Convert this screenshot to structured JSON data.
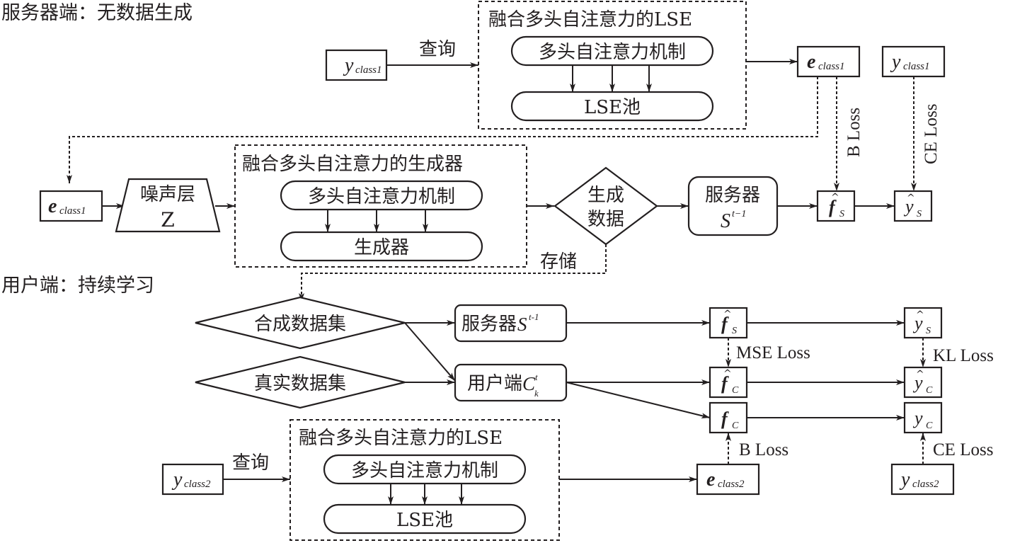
{
  "sections": {
    "server": "服务器端：无数据生成",
    "client": "用户端：持续学习"
  },
  "server": {
    "query_label": "查询",
    "y_class1": {
      "base": "y",
      "sub": "class1"
    },
    "lse_group_title": "融合多头自注意力的LSE",
    "mha_label": "多头自注意力机制",
    "lse_pool_label": "LSE池",
    "e_class1_out": {
      "base": "e",
      "sub": "class1"
    },
    "y_class1_right": {
      "base": "y",
      "sub": "class1"
    },
    "b_loss": "B Loss",
    "ce_loss": "CE Loss",
    "e_class1_in": {
      "base": "e",
      "sub": "class1"
    },
    "noise_layer": {
      "label": "噪声层",
      "var": "Z"
    },
    "gen_group_title": "融合多头自注意力的生成器",
    "gen_mha_label": "多头自注意力机制",
    "generator_label": "生成器",
    "gen_data_label": [
      "生成",
      "数据"
    ],
    "server_model": {
      "label": "服务器",
      "var": "S",
      "sup": "t−1"
    },
    "f_hat_s": {
      "base": "f",
      "sub": "S"
    },
    "y_hat_s": {
      "base": "y",
      "sub": "S"
    },
    "store_label": "存储"
  },
  "client": {
    "synthetic_dataset": "合成数据集",
    "real_dataset": "真实数据集",
    "server_model": {
      "label": "服务器",
      "var": "S",
      "sup": "t-1"
    },
    "client_model": {
      "label": "用户端",
      "var": "C",
      "sup": "t",
      "sub": "k"
    },
    "f_hat_s": {
      "base": "f",
      "sub": "S"
    },
    "f_hat_c": {
      "base": "f",
      "sub": "C"
    },
    "f_c": {
      "base": "f",
      "sub": "C"
    },
    "y_hat_s": {
      "base": "y",
      "sub": "S"
    },
    "y_hat_c": {
      "base": "y",
      "sub": "C"
    },
    "y_c": {
      "base": "y",
      "sub": "C"
    },
    "mse_loss": "MSE Loss",
    "kl_loss": "KL Loss",
    "b_loss": "B Loss",
    "ce_loss": "CE Loss",
    "e_class2": {
      "base": "e",
      "sub": "class2"
    },
    "y_class2_right": {
      "base": "y",
      "sub": "class2"
    },
    "query_label": "查询",
    "y_class2": {
      "base": "y",
      "sub": "class2"
    },
    "lse_group_title": "融合多头自注意力的LSE",
    "mha_label": "多头自注意力机制",
    "lse_pool_label": "LSE池"
  }
}
